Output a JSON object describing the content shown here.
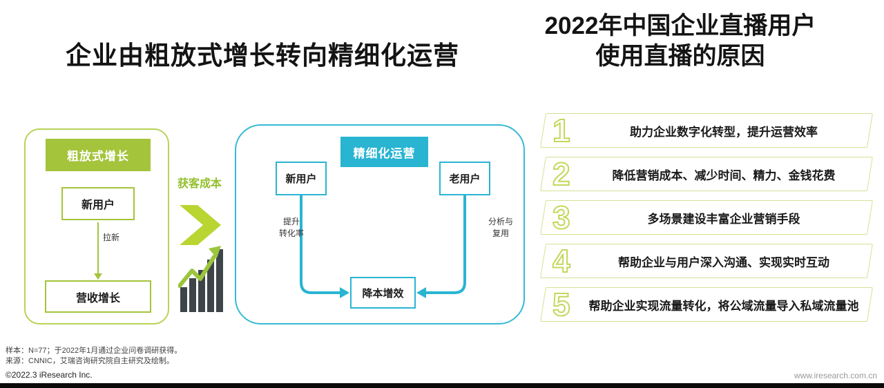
{
  "colors": {
    "green": "#a4c43b",
    "light_green_border": "#b9d355",
    "number_outline_green": "#c3d85a",
    "chevron_green": "#b9d532",
    "cyan": "#29b4d2",
    "bar_gray": "#3e4549"
  },
  "titles": {
    "left": "企业由粗放式增长转向精细化运营",
    "right_line1": "2022年中国企业直播用户",
    "right_line2": "使用直播的原因"
  },
  "extensive": {
    "header": "粗放式增长",
    "new_user": "新用户",
    "pull_new_label": "拉新",
    "revenue": "营收增长"
  },
  "transition": {
    "cost_label": "获客成本"
  },
  "refined": {
    "header": "精细化运营",
    "new_user": "新用户",
    "old_user": "老用户",
    "note_left_1": "提升",
    "note_left_2": "转化率",
    "note_right_1": "分析与",
    "note_right_2": "复用",
    "center": "降本增效"
  },
  "reasons": [
    {
      "num": "1",
      "text": "助力企业数字化转型，提升运营效率"
    },
    {
      "num": "2",
      "text": "降低营销成本、减少时间、精力、金钱花费"
    },
    {
      "num": "3",
      "text": "多场景建设丰富企业营销手段"
    },
    {
      "num": "4",
      "text": "帮助企业与用户深入沟通、实现实时互动"
    },
    {
      "num": "5",
      "text": "帮助企业实现流量转化，将公域流量导入私域流量池"
    }
  ],
  "footer": {
    "sample_note": "样本：N=77；于2022年1月通过企业问卷调研获得。",
    "source_note": "来源：CNNIC，艾瑞咨询研究院自主研究及绘制。",
    "copyright": "©2022.3 iResearch Inc.",
    "website": "www.iresearch.com.cn"
  }
}
